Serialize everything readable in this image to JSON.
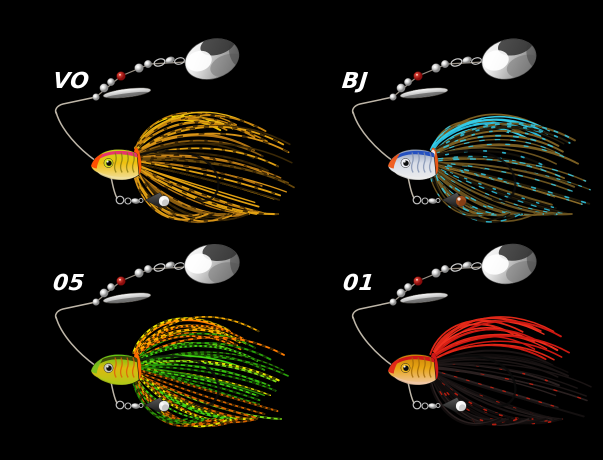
{
  "page": {
    "background": "#000000",
    "label_color": "#ffffff"
  },
  "products": [
    {
      "id": "vo",
      "label": "VO",
      "colors": {
        "skirt_top": [
          "#e8b414",
          "#f2c70a",
          "#c8860f",
          "#f8e000"
        ],
        "skirt_body": [
          "#c8861a",
          "#b57613",
          "#e0a012",
          "#8a5c10",
          "#6a4a0c",
          "#3a2806",
          "#e0a012",
          "#c8861a",
          "#d89417"
        ],
        "skirt_fleck": "#2a1a02",
        "fleck_density": 0.75,
        "top_fraction": 0.22,
        "band": "#ff5a00",
        "head_top": "#e8336e",
        "head_upper": "#c2d816",
        "head_body": "#f0c010",
        "head_belly": "#f0e0a0",
        "head_snout": "#ff4a00",
        "head_bars": "#8a7a10",
        "head_eye": "#d8e020",
        "tail_ball": "#f2f2f2"
      }
    },
    {
      "id": "bj",
      "label": "BJ",
      "colors": {
        "skirt_top": [
          "#2ec8e8",
          "#7a5e22",
          "#28b8d8",
          "#5a451a",
          "#36cce6"
        ],
        "skirt_body": [
          "#7a5e22",
          "#6a521e",
          "#8a6a28",
          "#4a3a14",
          "#241c0a",
          "#141008",
          "#7a5e22",
          "#6a521e"
        ],
        "skirt_fleck": "#2ec8e8",
        "fleck_density": 0.55,
        "top_fraction": 0.18,
        "band": "#e85818",
        "band2": "#f0f0f0",
        "head_top": "#2450c0",
        "head_upper": "#8898b8",
        "head_body": "#d8dde8",
        "head_belly": "#ececec",
        "head_snout": "#f05818",
        "head_bars": "#8090b0",
        "head_eye": "#f0f0f8",
        "tail_ball": "#a04a18"
      }
    },
    {
      "id": "05",
      "label": "05",
      "colors": {
        "skirt_top": [
          "#f0e800",
          "#ffae00",
          "#e8e400",
          "#ff7c00"
        ],
        "skirt_body": [
          "#42d414",
          "#38c010",
          "#7ae018",
          "#e8e400",
          "#ff7c00",
          "#28a00a",
          "#2a9008",
          "#d86400",
          "#42d414"
        ],
        "skirt_fleck": "#101400",
        "fleck_density": 0.9,
        "top_fraction": 0.2,
        "band": "#ff6a00",
        "head_top": "#3a4a08",
        "head_upper": "#58c814",
        "head_body": "#ddb90e",
        "head_belly": "#b0c818",
        "head_snout": "#78c020",
        "head_bars": "#e05808",
        "head_eye": "#c8c8b8",
        "tail_ball": "#ececec"
      }
    },
    {
      "id": "01",
      "label": "01",
      "colors": {
        "skirt_top": [
          "#e02818",
          "#cc1812",
          "#f03020"
        ],
        "skirt_body": [
          "#1a1414",
          "#141010",
          "#241c1c",
          "#100c0c",
          "#2a2020",
          "#1d1717"
        ],
        "skirt_fleck": "#d02010",
        "fleck_density": 0.35,
        "top_fraction": 0.3,
        "band": "#d01818",
        "head_top": "#d01818",
        "head_upper": "#c88008",
        "head_body": "#e8a512",
        "head_belly": "#f0c8a8",
        "head_snout": "#e02818",
        "head_bars": "#a06808",
        "head_eye": "#f0b820",
        "tail_ball": "#f8f8f8"
      }
    }
  ]
}
